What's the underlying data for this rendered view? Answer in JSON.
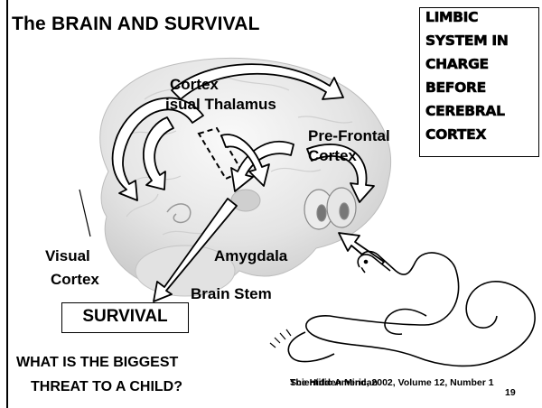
{
  "title": "The BRAIN AND SURVIVAL",
  "limbic": [
    "LIMBIC",
    "SYSTEM IN",
    "CHARGE",
    "BEFORE",
    "CEREBRAL",
    "CORTEX"
  ],
  "labels": {
    "cortex": "Cortex",
    "visual_thalamus": "isual Thalamus",
    "pre_frontal": "Pre-Frontal",
    "cortex2": "Cortex",
    "visual": "Visual",
    "visual_cortex": "Cortex",
    "amygdala": "Amygdala",
    "brain_stem": "Brain Stem",
    "survival": "SURVIVAL"
  },
  "question": [
    "WHAT IS THE BIGGEST",
    "THREAT TO A CHILD?"
  ],
  "citation": {
    "source": "Scientific American",
    "line": "The Hidden Mind, 2002, Volume 12, Number 1",
    "page": "19"
  }
}
